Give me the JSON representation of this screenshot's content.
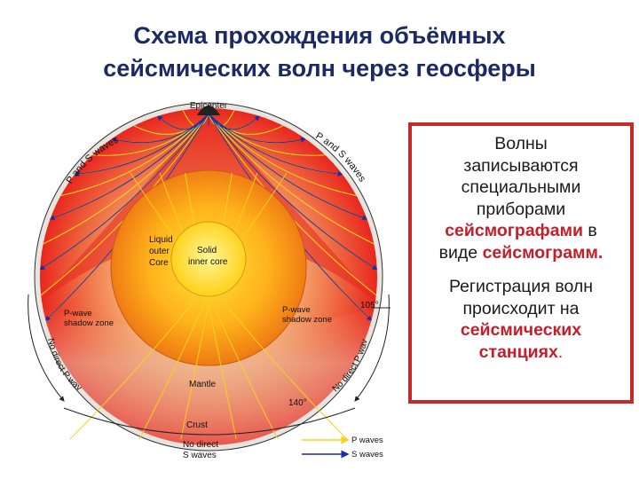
{
  "title": {
    "line1": "Схема прохождения объёмных",
    "line2": "сейсмических волн через геосферы"
  },
  "diagram": {
    "epicenter": "Epicenter",
    "ps_left": "P and S waves",
    "ps_right": "P and S waves",
    "liquid_outer_core": [
      "Liquid",
      "outer",
      "Core"
    ],
    "solid_inner_core": [
      "Solid",
      "inner core"
    ],
    "shadow_left": [
      "P-wave",
      "shadow zone"
    ],
    "shadow_right": [
      "P-wave",
      "shadow zone"
    ],
    "no_direct_p_left": "No direct P waves",
    "no_direct_p_right": "No direct P waves",
    "angle_105": "105°",
    "angle_140": "140°",
    "mantle": "Mantle",
    "crust": "Crust",
    "no_direct_s": [
      "No direct",
      "S waves"
    ],
    "legend": [
      {
        "label": "P waves",
        "color": "#f5d21c"
      },
      {
        "label": "S waves",
        "color": "#1a2fa0"
      }
    ]
  },
  "callout": {
    "p1_line1": "Волны",
    "p1_line2": "записываются",
    "p1_line3": "специальными",
    "p1_line4": "приборами",
    "p1_red1": "сейсмографами",
    "p1_after1": " в",
    "p1_before2": "виде ",
    "p1_red2": "сейсмограмм.",
    "p2_line1": "Регистрация волн",
    "p2_line2": "происходит на",
    "p2_red1": "сейсмических",
    "p2_red2": "станциях",
    "p2_end": "."
  },
  "colors": {
    "title": "#1b2a63",
    "accent_red": "#c41e2a",
    "callout_border": "#c42a2a"
  }
}
